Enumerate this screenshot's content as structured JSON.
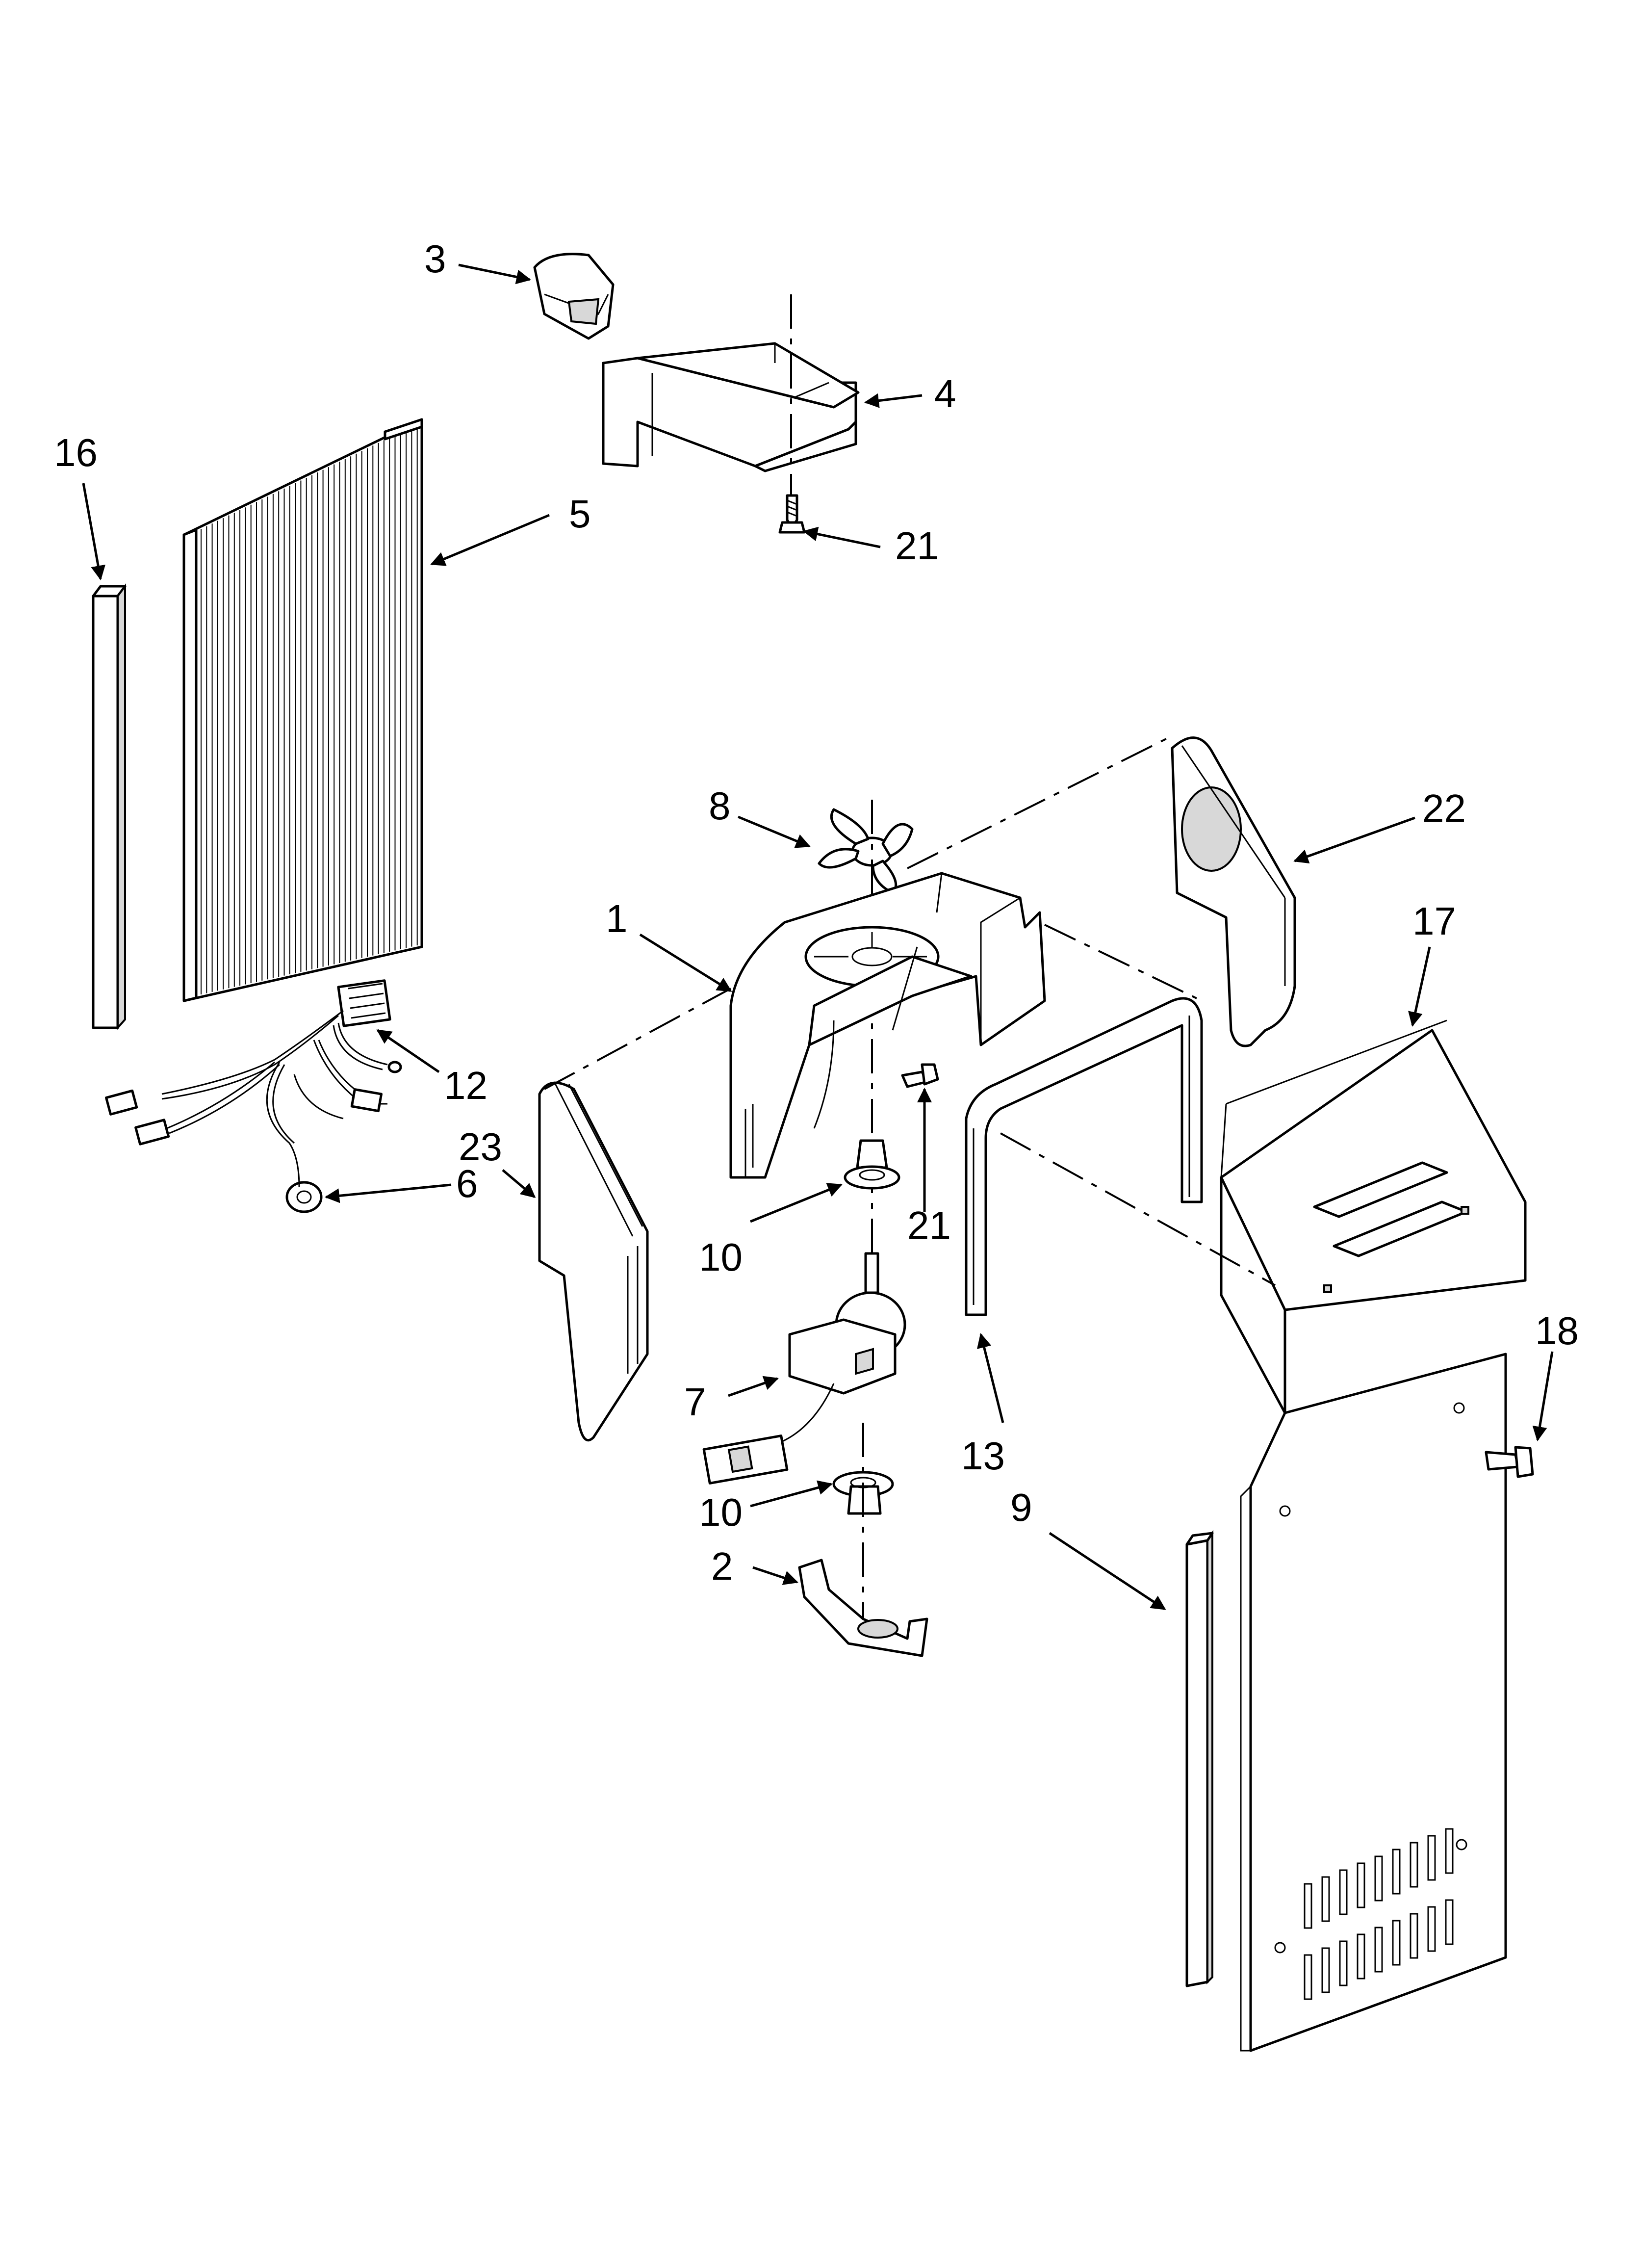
{
  "callouts": [
    {
      "id": "c1",
      "text": "1",
      "part": "fan-shroud"
    },
    {
      "id": "c2",
      "text": "2",
      "part": "motor-bracket"
    },
    {
      "id": "c3",
      "text": "3",
      "part": "damper-cap"
    },
    {
      "id": "c4",
      "text": "4",
      "part": "air-duct"
    },
    {
      "id": "c5",
      "text": "5",
      "part": "evaporator-panel"
    },
    {
      "id": "c6",
      "text": "6",
      "part": "grommet"
    },
    {
      "id": "c7",
      "text": "7",
      "part": "fan-motor"
    },
    {
      "id": "c8",
      "text": "8",
      "part": "fan-blade"
    },
    {
      "id": "c9",
      "text": "9",
      "part": "rear-cover"
    },
    {
      "id": "c10a",
      "text": "10",
      "part": "upper-grommet"
    },
    {
      "id": "c10b",
      "text": "10",
      "part": "lower-grommet"
    },
    {
      "id": "c12",
      "text": "12",
      "part": "wire-harness"
    },
    {
      "id": "c13",
      "text": "13",
      "part": "u-channel"
    },
    {
      "id": "c16",
      "text": "16",
      "part": "left-strip"
    },
    {
      "id": "c17",
      "text": "17",
      "part": "upper-cover"
    },
    {
      "id": "c18",
      "text": "18",
      "part": "side-screw"
    },
    {
      "id": "c21a",
      "text": "21",
      "part": "duct-screw"
    },
    {
      "id": "c21b",
      "text": "21",
      "part": "shroud-screw"
    },
    {
      "id": "c22",
      "text": "22",
      "part": "right-insulation"
    },
    {
      "id": "c23",
      "text": "23",
      "part": "left-insulation"
    }
  ]
}
